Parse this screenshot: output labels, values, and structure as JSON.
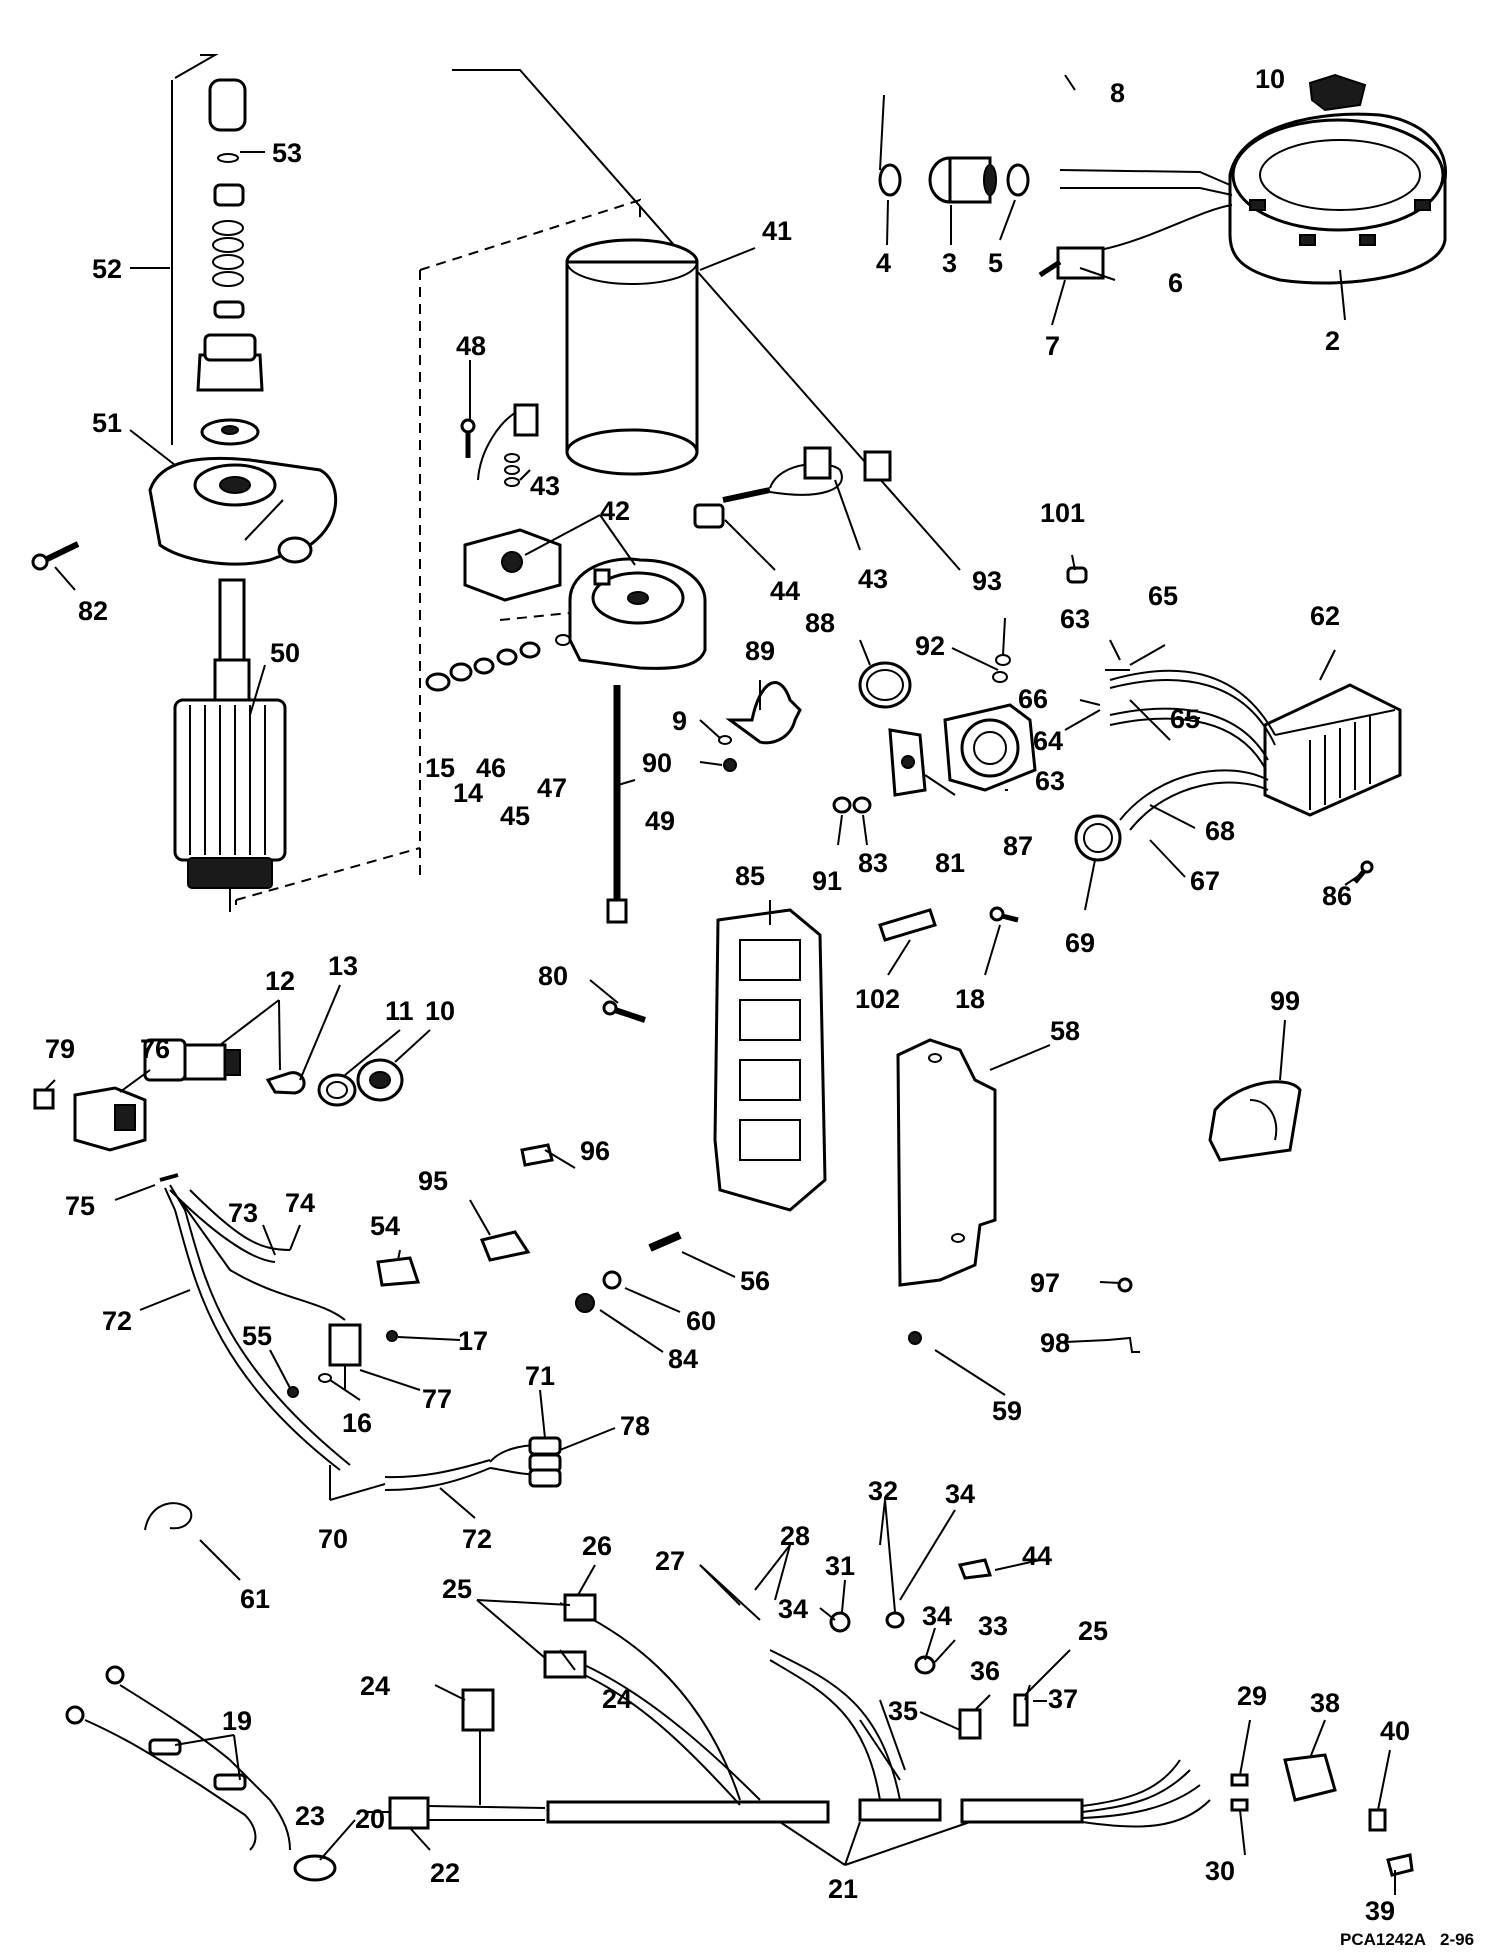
{
  "labels": {
    "l2": "2",
    "l3": "3",
    "l4": "4",
    "l5": "5",
    "l6": "6",
    "l7": "7",
    "l8": "8",
    "l9": "9",
    "l10": "10",
    "l10b": "10",
    "l11": "11",
    "l12": "12",
    "l13": "13",
    "l14": "14",
    "l15": "15",
    "l16": "16",
    "l17": "17",
    "l18": "18",
    "l19": "19",
    "l20": "20",
    "l21": "21",
    "l22": "22",
    "l23": "23",
    "l24": "24",
    "l24b": "24",
    "l25": "25",
    "l25b": "25",
    "l26": "26",
    "l27": "27",
    "l28": "28",
    "l29": "29",
    "l30": "30",
    "l31": "31",
    "l32": "32",
    "l33": "33",
    "l34": "34",
    "l34b": "34",
    "l34c": "34",
    "l35": "35",
    "l36": "36",
    "l37": "37",
    "l38": "38",
    "l39": "39",
    "l40": "40",
    "l41": "41",
    "l42": "42",
    "l43": "43",
    "l43b": "43",
    "l44": "44",
    "l44b": "44",
    "l45": "45",
    "l46": "46",
    "l47": "47",
    "l48": "48",
    "l49": "49",
    "l50": "50",
    "l51": "51",
    "l52": "52",
    "l53": "53",
    "l54": "54",
    "l55": "55",
    "l56": "56",
    "l58": "58",
    "l59": "59",
    "l60": "60",
    "l61": "61",
    "l62": "62",
    "l63": "63",
    "l63b": "63",
    "l64": "64",
    "l65": "65",
    "l65b": "65",
    "l66": "66",
    "l67": "67",
    "l68": "68",
    "l69": "69",
    "l70": "70",
    "l71": "71",
    "l72": "72",
    "l72b": "72",
    "l73": "73",
    "l74": "74",
    "l75": "75",
    "l76": "76",
    "l77": "77",
    "l78": "78",
    "l79": "79",
    "l80": "80",
    "l81": "81",
    "l82": "82",
    "l83": "83",
    "l84": "84",
    "l85": "85",
    "l86": "86",
    "l87": "87",
    "l88": "88",
    "l89": "89",
    "l90": "90",
    "l91": "91",
    "l92": "92",
    "l93": "93",
    "l95": "95",
    "l96": "96",
    "l97": "97",
    "l98": "98",
    "l99": "99",
    "l101": "101",
    "l102": "102"
  },
  "footer": {
    "code": "PCA1242A",
    "date": "2-96"
  }
}
